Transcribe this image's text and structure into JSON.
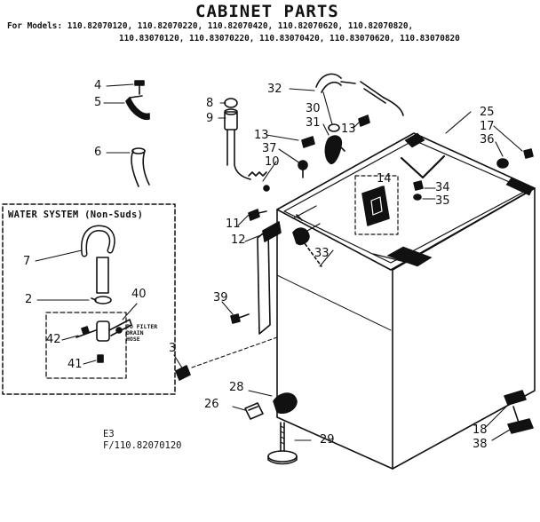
{
  "header": {
    "title": "CABINET PARTS",
    "models_line1": "For Models: 110.82070120, 110.82070220, 110.82070420, 110.82070620, 110.82070820,",
    "models_line2": "110.83070120, 110.83070220, 110.83070420, 110.83070620, 110.83070820"
  },
  "water_system": {
    "title": "WATER SYSTEM (Non-Suds)",
    "note": [
      "TO FILTER",
      "DRAIN",
      "HOSE"
    ]
  },
  "callouts": {
    "c2": "2",
    "c3": "3",
    "c4": "4",
    "c5": "5",
    "c6": "6",
    "c7": "7",
    "c8": "8",
    "c9": "9",
    "c10": "10",
    "c11": "11",
    "c12": "12",
    "c13a": "13",
    "c13b": "13",
    "c14": "14",
    "c17": "17",
    "c18": "18",
    "c25": "25",
    "c26": "26",
    "c28": "28",
    "c29": "29",
    "c30": "30",
    "c31": "31",
    "c32": "32",
    "c33": "33",
    "c34": "34",
    "c35": "35",
    "c36": "36",
    "c37": "37",
    "c38": "38",
    "c39": "39",
    "c40": "40",
    "c41": "41",
    "c42": "42"
  },
  "footer": {
    "code": "E3",
    "ref": "F/110.82070120"
  }
}
